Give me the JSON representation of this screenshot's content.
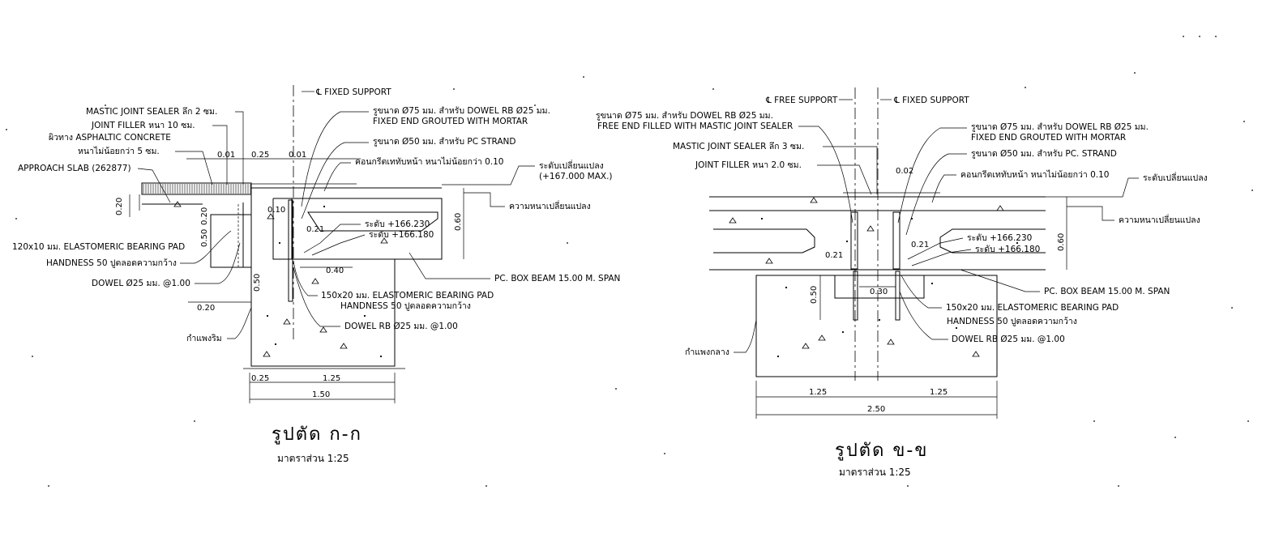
{
  "section_a": {
    "title": "รูปตัด ก-ก",
    "scale": "มาตราส่วน 1:25",
    "labels": {
      "fixed_support": "℄ FIXED SUPPORT",
      "mastic_sealer": "MASTIC JOINT SEALER ลึก 2 ซม.",
      "joint_filler": "JOINT FILLER หนา 10 ซม.",
      "surface_ac": "ผิวทาง ASPHALTIC CONCRETE",
      "min_thickness": "หนาไม่น้อยกว่า 5 ซม.",
      "approach_slab": "APPROACH SLAB (262877)",
      "hole_dowel": "รูขนาด Ø75 มม. สำหรับ DOWEL RB Ø25 มม.",
      "fixed_grouted": "FIXED END GROUTED WITH MORTAR",
      "hole_strand": "รูขนาด Ø50 มม. สำหรับ PC STRAND",
      "topping": "คอนกรีตเททับหน้า หนาไม่น้อยกว่า 0.10",
      "level_var": "ระดับเปลี่ยนแปลง",
      "level_max": "(+167.000 MAX.)",
      "thickness_var": "ความหนาเปลี่ยนแปลง",
      "level_1": "ระดับ +166.230",
      "level_2": "ระดับ +166.180",
      "pad_1": "120x10 มม. ELASTOMERIC BEARING PAD",
      "pad_1b": "HANDNESS 50 ปูตลอดความกว้าง",
      "dowel_1": "DOWEL Ø25 มม. @1.00",
      "pc_beam": "PC. BOX BEAM 15.00 M. SPAN",
      "pad_2": "150x20 มม. ELASTOMERIC BEARING PAD",
      "pad_2b": "HANDNESS 50 ปูตลอดความกว้าง",
      "dowel_2": "DOWEL RB Ø25 มม. @1.00",
      "wall": "กำแพงริม"
    },
    "dims": {
      "d001": "0.01",
      "d025a": "0.25",
      "d001b": "0.01",
      "d020": "0.20",
      "d020b": "0.20",
      "d050": "0.50",
      "d010": "0.10",
      "d021": "0.21",
      "d040": "0.40",
      "d050b": "0.50",
      "d060": "0.60",
      "d020c": "0.20",
      "d025b": "0.25",
      "d125": "1.25",
      "d150": "1.50"
    }
  },
  "section_b": {
    "title": "รูปตัด ข-ข",
    "scale": "มาตราส่วน 1:25",
    "labels": {
      "free_support": "℄ FREE SUPPORT",
      "fixed_support": "℄ FIXED SUPPORT",
      "hole_dowel_free": "รูขนาด Ø75 มม. สำหรับ DOWEL RB Ø25 มม.",
      "free_filled": "FREE END FILLED WITH MASTIC JOINT SEALER",
      "mastic_sealer": "MASTIC JOINT SEALER ลึก 3 ซม.",
      "joint_filler": "JOINT FILLER หนา 2.0 ซม.",
      "hole_dowel_fixed": "รูขนาด Ø75 มม. สำหรับ DOWEL RB Ø25 มม.",
      "fixed_grouted": "FIXED END GROUTED WITH MORTAR",
      "hole_strand": "รูขนาด Ø50 มม. สำหรับ PC. STRAND",
      "topping": "คอนกรีตเททับหน้า หนาไม่น้อยกว่า 0.10",
      "level_var": "ระดับเปลี่ยนแปลง",
      "thickness_var": "ความหนาเปลี่ยนแปลง",
      "level_1": "ระดับ +166.230",
      "level_2": "ระดับ +166.180",
      "pc_beam": "PC. BOX BEAM 15.00 M. SPAN",
      "pad": "150x20 มม. ELASTOMERIC BEARING PAD",
      "pad_b": "HANDNESS 50 ปูตลอดความกว้าง",
      "dowel": "DOWEL RB Ø25 มม. @1.00",
      "pier": "กำแพงกลาง"
    },
    "dims": {
      "d002": "0.02",
      "d021a": "0.21",
      "d021b": "0.21",
      "d050": "0.50",
      "d030": "0.30",
      "d060": "0.60",
      "d125a": "1.25",
      "d125b": "1.25",
      "d250": "2.50"
    }
  }
}
